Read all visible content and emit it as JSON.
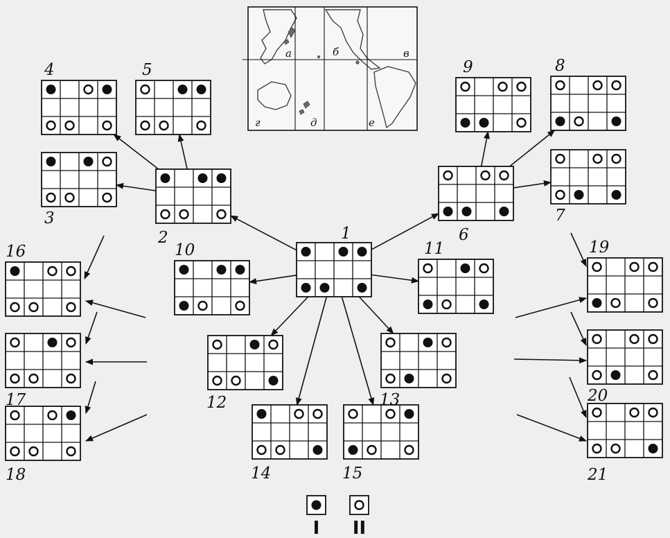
{
  "map": {
    "zone_labels": [
      "а",
      "б",
      "в",
      "г",
      "д",
      "е"
    ]
  },
  "diagrams": [
    {
      "id": "1",
      "label": "1",
      "top": [
        "B",
        "_",
        "B",
        "B"
      ],
      "bottom": [
        "B",
        "B",
        "_",
        "B"
      ]
    },
    {
      "id": "2",
      "label": "2",
      "top": [
        "B",
        "_",
        "B",
        "B"
      ],
      "bottom": [
        "W",
        "W",
        "_",
        "W"
      ]
    },
    {
      "id": "3",
      "label": "3",
      "top": [
        "B",
        "_",
        "B",
        "W"
      ],
      "bottom": [
        "W",
        "W",
        "_",
        "W"
      ]
    },
    {
      "id": "4",
      "label": "4",
      "top": [
        "B",
        "_",
        "W",
        "B"
      ],
      "bottom": [
        "W",
        "W",
        "_",
        "W"
      ]
    },
    {
      "id": "5",
      "label": "5",
      "top": [
        "W",
        "_",
        "B",
        "B"
      ],
      "bottom": [
        "W",
        "W",
        "_",
        "W"
      ]
    },
    {
      "id": "6",
      "label": "6",
      "top": [
        "W",
        "_",
        "W",
        "W"
      ],
      "bottom": [
        "B",
        "B",
        "_",
        "B"
      ]
    },
    {
      "id": "7",
      "label": "7",
      "top": [
        "W",
        "_",
        "W",
        "W"
      ],
      "bottom": [
        "W",
        "B",
        "_",
        "B"
      ]
    },
    {
      "id": "8",
      "label": "8",
      "top": [
        "W",
        "_",
        "W",
        "W"
      ],
      "bottom": [
        "B",
        "W",
        "_",
        "B"
      ]
    },
    {
      "id": "9",
      "label": "9",
      "top": [
        "W",
        "_",
        "W",
        "W"
      ],
      "bottom": [
        "B",
        "B",
        "_",
        "W"
      ]
    },
    {
      "id": "10",
      "label": "10",
      "top": [
        "B",
        "_",
        "B",
        "B"
      ],
      "bottom": [
        "B",
        "W",
        "_",
        "W"
      ]
    },
    {
      "id": "11",
      "label": "11",
      "top": [
        "W",
        "_",
        "B",
        "W"
      ],
      "bottom": [
        "B",
        "W",
        "_",
        "B"
      ]
    },
    {
      "id": "12",
      "label": "12",
      "top": [
        "W",
        "_",
        "B",
        "W"
      ],
      "bottom": [
        "W",
        "W",
        "_",
        "B"
      ]
    },
    {
      "id": "13",
      "label": "13",
      "top": [
        "W",
        "_",
        "B",
        "W"
      ],
      "bottom": [
        "W",
        "B",
        "_",
        "W"
      ]
    },
    {
      "id": "14",
      "label": "14",
      "top": [
        "B",
        "_",
        "W",
        "W"
      ],
      "bottom": [
        "W",
        "W",
        "_",
        "B"
      ]
    },
    {
      "id": "15",
      "label": "15",
      "top": [
        "W",
        "_",
        "W",
        "B"
      ],
      "bottom": [
        "B",
        "W",
        "_",
        "W"
      ]
    },
    {
      "id": "16",
      "label": "16",
      "top": [
        "B",
        "_",
        "W",
        "W"
      ],
      "bottom": [
        "W",
        "W",
        "_",
        "W"
      ]
    },
    {
      "id": "17",
      "label": "17",
      "top": [
        "W",
        "_",
        "B",
        "W"
      ],
      "bottom": [
        "W",
        "W",
        "_",
        "W"
      ]
    },
    {
      "id": "18",
      "label": "18",
      "top": [
        "W",
        "_",
        "W",
        "B"
      ],
      "bottom": [
        "W",
        "W",
        "_",
        "W"
      ]
    },
    {
      "id": "19",
      "label": "19",
      "top": [
        "W",
        "_",
        "W",
        "W"
      ],
      "bottom": [
        "B",
        "W",
        "_",
        "W"
      ]
    },
    {
      "id": "20",
      "label": "20",
      "top": [
        "W",
        "_",
        "W",
        "W"
      ],
      "bottom": [
        "W",
        "B",
        "_",
        "W"
      ]
    },
    {
      "id": "21",
      "label": "21",
      "top": [
        "W",
        "_",
        "W",
        "W"
      ],
      "bottom": [
        "W",
        "W",
        "_",
        "B"
      ]
    }
  ],
  "connections": [
    [
      "1",
      "2"
    ],
    [
      "1",
      "6"
    ],
    [
      "1",
      "10"
    ],
    [
      "1",
      "11"
    ],
    [
      "1",
      "12"
    ],
    [
      "1",
      "13"
    ],
    [
      "1",
      "14"
    ],
    [
      "1",
      "15"
    ],
    [
      "2",
      "3"
    ],
    [
      "2",
      "4"
    ],
    [
      "2",
      "5"
    ],
    [
      "6",
      "7"
    ],
    [
      "6",
      "8"
    ],
    [
      "6",
      "9"
    ]
  ],
  "legend": [
    {
      "marker": "filled",
      "label": "I"
    },
    {
      "marker": "open",
      "label": "II"
    }
  ],
  "colors": {
    "ink": "#111111",
    "background": "#efefef",
    "map_sea": "#f7f7f7"
  }
}
